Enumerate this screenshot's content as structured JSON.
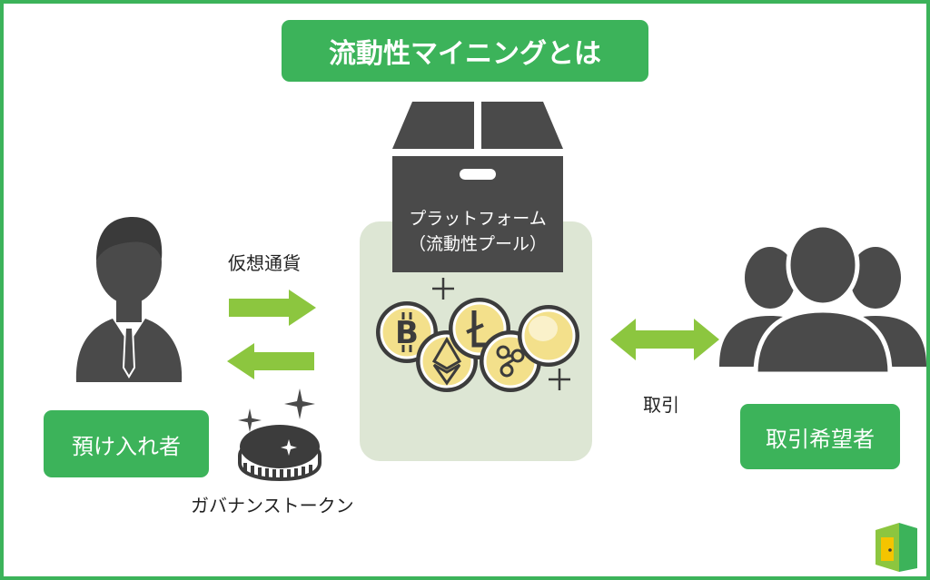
{
  "title": "流動性マイニングとは",
  "depositor": {
    "label": "預け入れ者",
    "icon": "businessman-icon"
  },
  "flow": {
    "crypto_label": "仮想通貨",
    "governance_token_label": "ガバナンストークン",
    "trade_label": "取引"
  },
  "platform": {
    "line1": "プラットフォーム",
    "line2": "（流動性プール）",
    "icon": "open-box-icon"
  },
  "traders": {
    "label": "取引希望者",
    "icon": "user-group-icon"
  },
  "coins": [
    "bitcoin-coin-icon",
    "litecoin-coin-icon",
    "blank-coin-icon",
    "ethereum-coin-icon",
    "ripple-coin-icon"
  ],
  "colors": {
    "brand_green": "#3cb35a",
    "arrow_green": "#8cc63f",
    "icon_gray": "#4a4a4a",
    "pool_bg": "#dde6d4",
    "coin_gold": "#f3e08b",
    "coin_dark": "#3c3c3c"
  }
}
